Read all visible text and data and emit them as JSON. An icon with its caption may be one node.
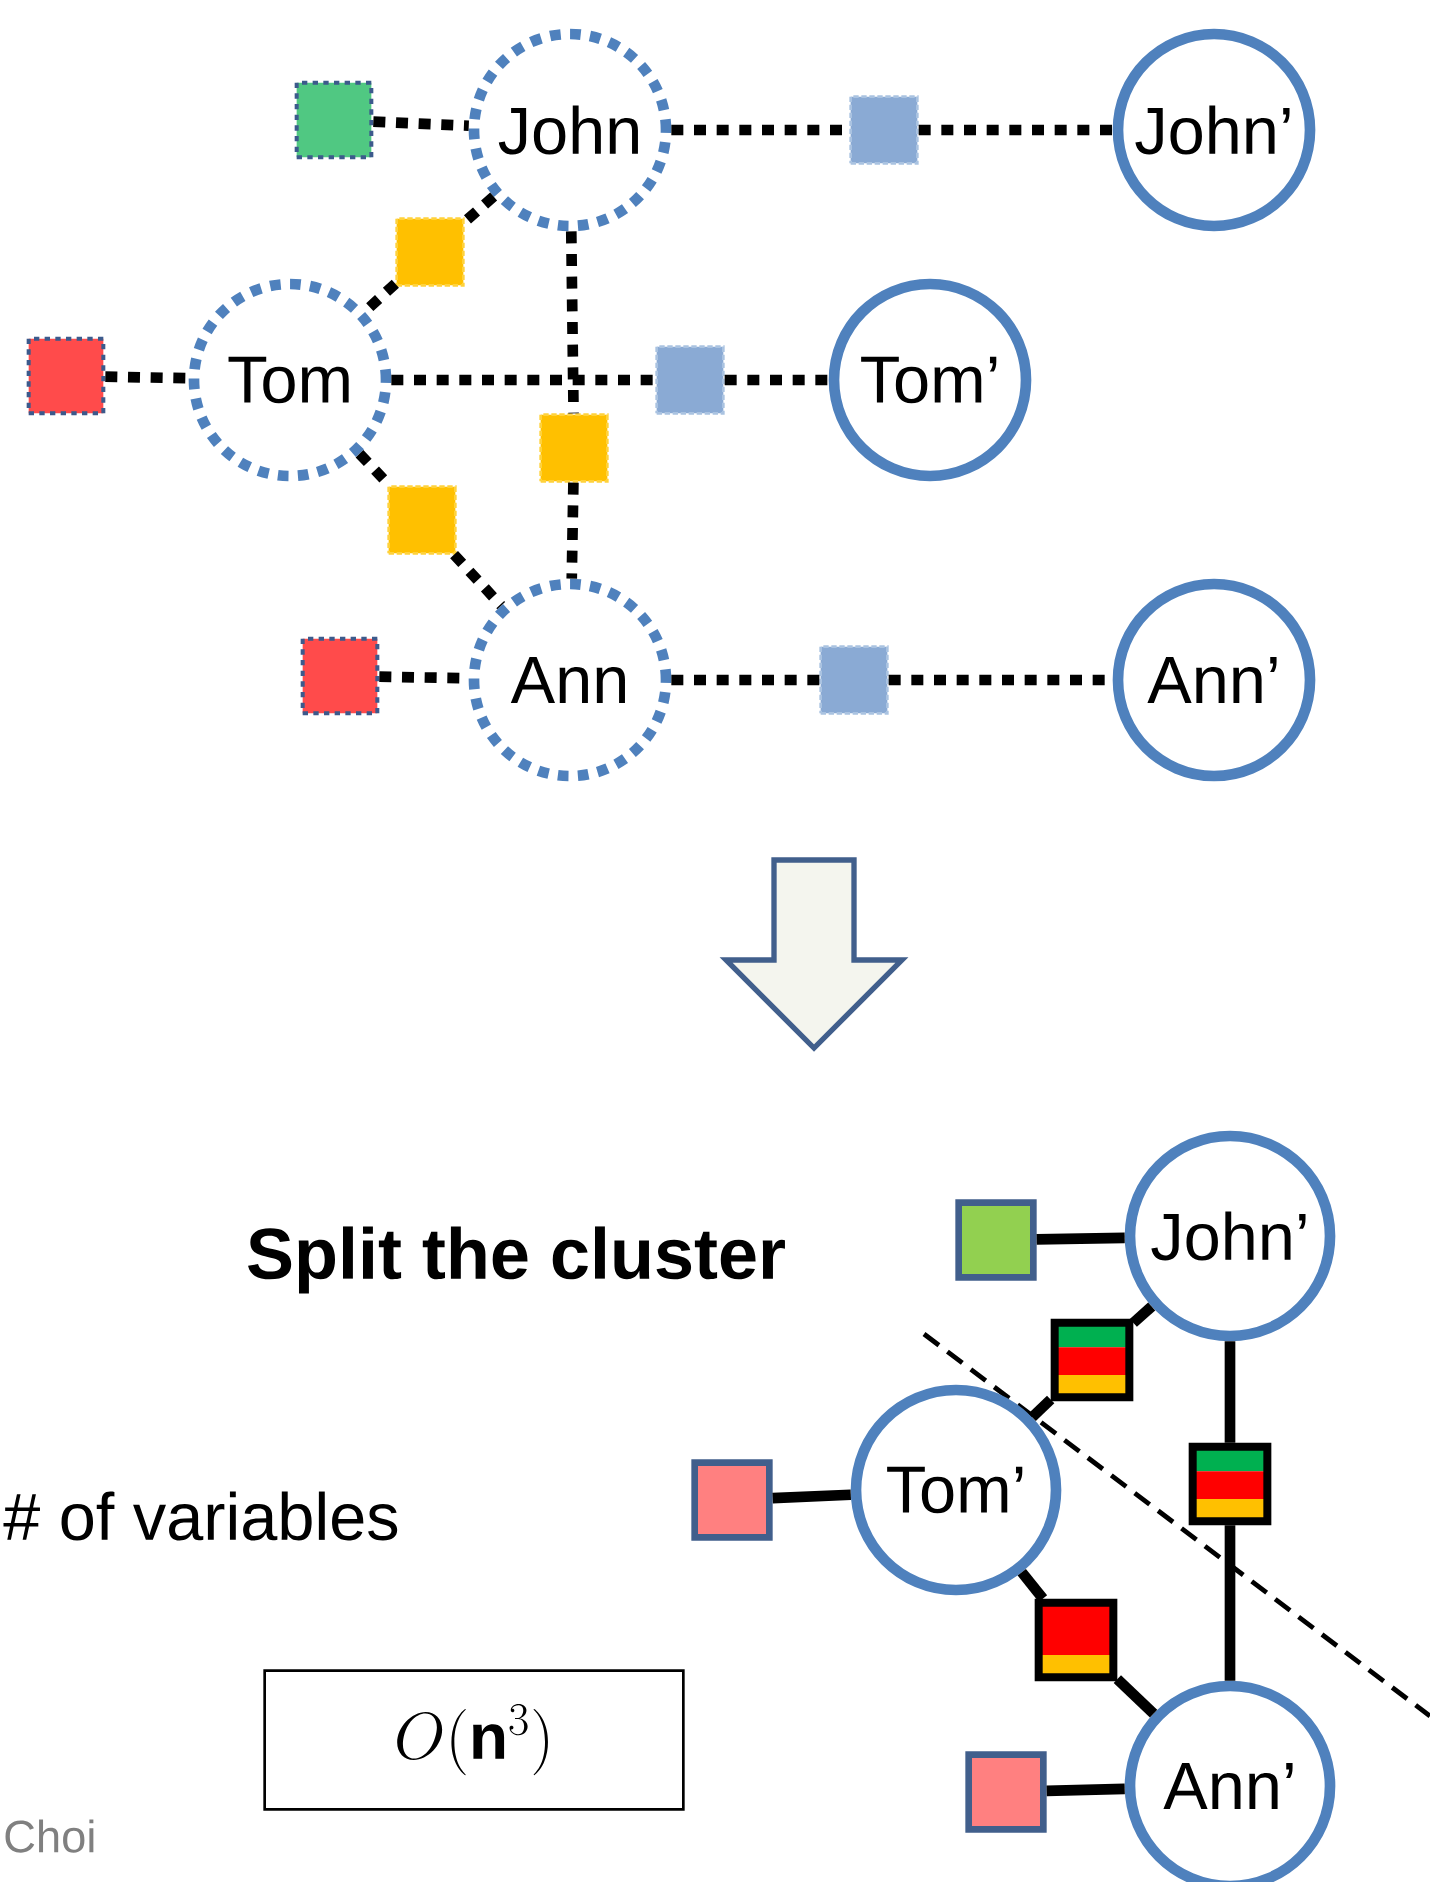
{
  "diagram": {
    "nodes": [
      {
        "text": [],
        "shape": "box"
      },
      {
        "text": [
          "John"
        ]
      },
      {
        "text": [],
        "shape": "box"
      },
      {
        "text": [
          "John’"
        ]
      },
      {
        "text": [],
        "shape": "box"
      },
      {
        "text": [],
        "shape": "box"
      },
      {
        "text": [
          "Tom"
        ]
      },
      {
        "text": [],
        "shape": "box"
      },
      {
        "text": [
          "Tom’"
        ]
      },
      {
        "text": [],
        "shape": "box"
      },
      {
        "text": [],
        "shape": "box"
      },
      {
        "text": [],
        "shape": "box"
      },
      {
        "text": [
          "Ann"
        ]
      },
      {
        "text": [],
        "shape": "box"
      },
      {
        "text": [
          "Ann’"
        ]
      },
      {
        "text": [],
        "shape": "box"
      },
      {
        "text": [
          "John’"
        ]
      },
      {
        "text": [],
        "shape": "box"
      },
      {
        "text": [],
        "shape": "box"
      },
      {
        "text": [
          "Tom’"
        ]
      },
      {
        "text": [],
        "shape": "box"
      },
      {
        "text": [],
        "shape": "box"
      },
      {
        "text": [],
        "shape": "box"
      },
      {
        "text": [
          "Ann’"
        ]
      },
      {
        "text": [
          "O(\\mathbf{n}^3)"
        ]
      }
    ],
    "edges": [
      {
        "from": 0,
        "to": 1,
        "arrow": "none",
        "style": "dashed"
      },
      {
        "from": 1,
        "to": 2,
        "arrow": "none",
        "style": "dashed"
      },
      {
        "from": 2,
        "to": 3,
        "arrow": "none",
        "style": "dashed"
      },
      {
        "from": 1,
        "to": 4,
        "arrow": "none",
        "style": "dashed"
      },
      {
        "from": 4,
        "to": 6,
        "arrow": "none",
        "style": "dashed"
      },
      {
        "from": 5,
        "to": 6,
        "arrow": "none",
        "style": "dashed"
      },
      {
        "from": 6,
        "to": 7,
        "arrow": "none",
        "style": "dashed"
      },
      {
        "from": 7,
        "to": 8,
        "arrow": "none",
        "style": "dashed"
      },
      {
        "from": 6,
        "to": 9,
        "arrow": "none",
        "style": "dashed"
      },
      {
        "from": 9,
        "to": 12,
        "arrow": "none",
        "style": "dashed"
      },
      {
        "from": 1,
        "to": 10,
        "arrow": "none",
        "style": "dashed"
      },
      {
        "from": 10,
        "to": 12,
        "arrow": "none",
        "style": "dashed"
      },
      {
        "from": 11,
        "to": 12,
        "arrow": "none",
        "style": "dashed"
      },
      {
        "from": 12,
        "to": 13,
        "arrow": "none",
        "style": "dashed"
      },
      {
        "from": 13,
        "to": 14,
        "arrow": "none",
        "style": "dashed"
      },
      {
        "from": 15,
        "to": 16,
        "arrow": "none"
      },
      {
        "from": 16,
        "to": 17,
        "arrow": "none"
      },
      {
        "from": 17,
        "to": 19,
        "arrow": "none"
      },
      {
        "from": 18,
        "to": 19,
        "arrow": "none"
      },
      {
        "from": 16,
        "to": 20,
        "arrow": "none"
      },
      {
        "from": 20,
        "to": 23,
        "arrow": "none"
      },
      {
        "from": 19,
        "to": 21,
        "arrow": "none"
      },
      {
        "from": 21,
        "to": 23,
        "arrow": "none"
      },
      {
        "from": 22,
        "to": 23,
        "arrow": "none"
      }
    ],
    "labels": [
      "Split the cluster",
      "# of variables",
      "Choi"
    ]
  }
}
